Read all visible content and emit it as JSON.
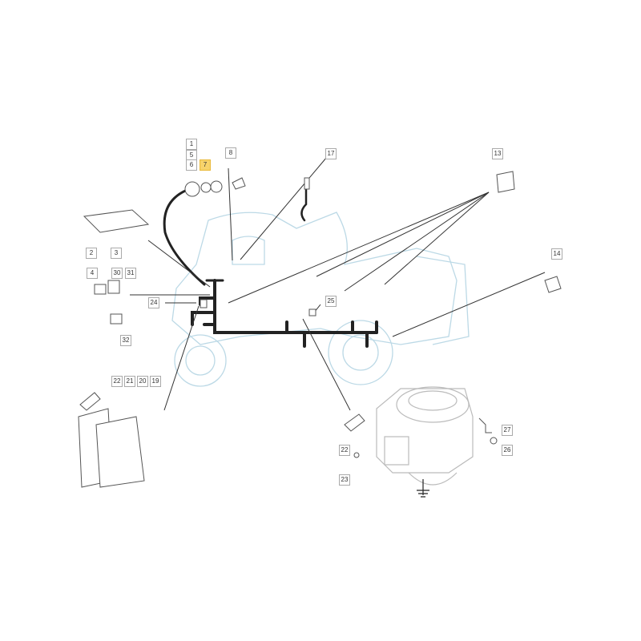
{
  "diagram": {
    "title": "Electrical system parts diagram",
    "highlight_color": "#f7d36b",
    "labels": [
      "1",
      "5",
      "6",
      "7",
      "8",
      "17",
      "13",
      "2",
      "3",
      "4",
      "30",
      "31",
      "32",
      "24",
      "25",
      "14",
      "22",
      "21",
      "20",
      "19",
      "22",
      "23",
      "27",
      "26"
    ],
    "highlighted_label": "7"
  }
}
